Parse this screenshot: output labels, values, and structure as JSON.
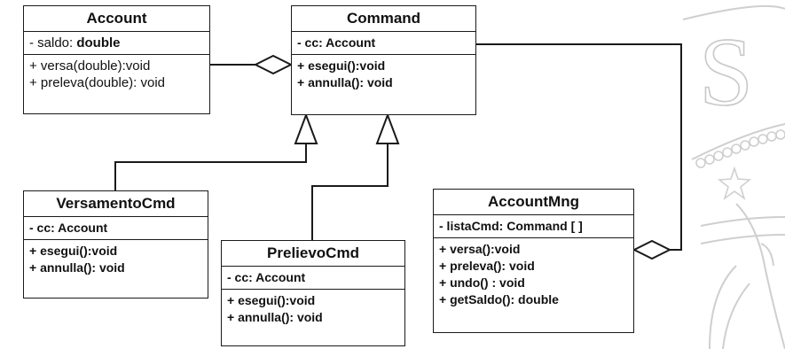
{
  "classes": {
    "account": {
      "name": "Account",
      "attr_prefix": "- saldo: ",
      "attr_type": "double",
      "ops": [
        "+ versa(double):void",
        "+ preleva(double): void"
      ]
    },
    "command": {
      "name": "Command",
      "attrs": [
        "- cc: Account"
      ],
      "ops": [
        "+ esegui():void",
        "+ annulla(): void"
      ]
    },
    "versamento": {
      "name": "VersamentoCmd",
      "attrs": [
        "- cc: Account"
      ],
      "ops": [
        "+ esegui():void",
        "+ annulla(): void"
      ]
    },
    "prelievo": {
      "name": "PrelievoCmd",
      "attrs": [
        "- cc: Account"
      ],
      "ops": [
        "+ esegui():void",
        "+ annulla(): void"
      ]
    },
    "accountmng": {
      "name": "AccountMng",
      "attrs": [
        "- listaCmd: Command [ ]"
      ],
      "ops": [
        "+ versa():void",
        "+ preleva(): void",
        "+ undo() : void",
        "+ getSaldo(): double"
      ]
    }
  },
  "watermark": {
    "letter": "S",
    "color": "#c8c8c8"
  }
}
